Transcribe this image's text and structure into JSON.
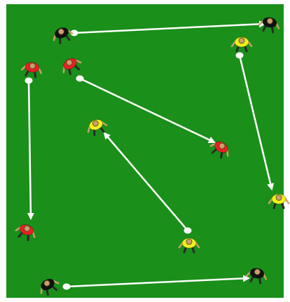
{
  "diagram": {
    "type": "soccer-drill",
    "colors": {
      "pitch": "#1a8f1a",
      "border": "#ffffff",
      "arrow": "#ffffff",
      "team_red": "#e32222",
      "team_yellow": "#f1ef1c",
      "team_black": "#111111",
      "skin": "#c9a06a"
    },
    "players": [
      {
        "id": "black-top-left",
        "team": "black"
      },
      {
        "id": "black-top-right",
        "team": "black"
      },
      {
        "id": "yellow-top-right",
        "team": "yellow"
      },
      {
        "id": "red-left-top",
        "team": "red"
      },
      {
        "id": "red-inner-top",
        "team": "red"
      },
      {
        "id": "yellow-center",
        "team": "yellow"
      },
      {
        "id": "red-center-right",
        "team": "red"
      },
      {
        "id": "yellow-right-mid",
        "team": "yellow"
      },
      {
        "id": "red-left-bottom",
        "team": "red"
      },
      {
        "id": "yellow-bottom-center",
        "team": "yellow"
      },
      {
        "id": "black-bottom-left",
        "team": "black"
      },
      {
        "id": "black-bottom-right",
        "team": "black"
      }
    ],
    "passes": [
      {
        "from": "black-top-left",
        "to": "black-top-right"
      },
      {
        "from": "yellow-top-right",
        "to": "yellow-right-mid"
      },
      {
        "from": "red-inner-top",
        "to": "red-center-right"
      },
      {
        "from": "red-left-top",
        "to": "red-left-bottom"
      },
      {
        "from": "yellow-bottom-center",
        "to": "yellow-center"
      },
      {
        "from": "black-bottom-left",
        "to": "black-bottom-right"
      }
    ]
  }
}
